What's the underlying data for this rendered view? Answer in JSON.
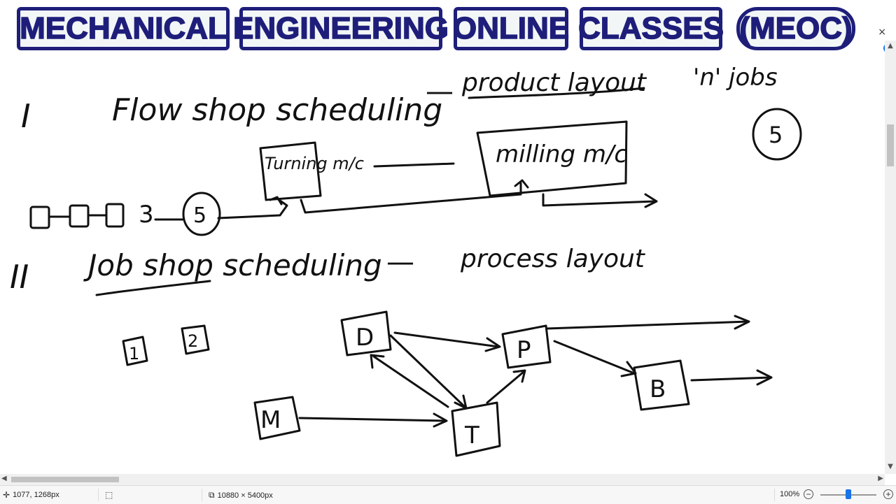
{
  "banner": {
    "words": [
      "MECHANICAL",
      "ENGINEERING",
      "ONLINE",
      "CLASSES",
      "(MEOC)"
    ],
    "color": "#1e1e7a"
  },
  "notes": {
    "section1": {
      "numeral": "I",
      "title": "Flow shop scheduling",
      "dash": "—",
      "layout": "product layout",
      "jobs": "'n' jobs",
      "jobs_circle": "5",
      "machine1": "Turning m/c",
      "machine2": "milling m/c",
      "queue_count": "3",
      "queue_circle": "5"
    },
    "section2": {
      "numeral": "II",
      "title": "Job shop scheduling",
      "dash": "—",
      "layout": "process layout",
      "jobs": [
        "1",
        "2"
      ],
      "nodes": [
        "D",
        "P",
        "B",
        "M",
        "T"
      ]
    },
    "ink_color": "#111111"
  },
  "statusbar": {
    "cursor_pos": "1077, 1268px",
    "image_size": "10880 × 5400px",
    "zoom": "100%",
    "zoom_out": "−",
    "zoom_in": "+"
  },
  "window": {
    "close": "×",
    "help": "?"
  },
  "icons": {
    "cursor": "crosshair-icon",
    "selection": "selection-icon",
    "image_size": "image-size-icon",
    "close": "close-icon",
    "help": "help-icon"
  }
}
